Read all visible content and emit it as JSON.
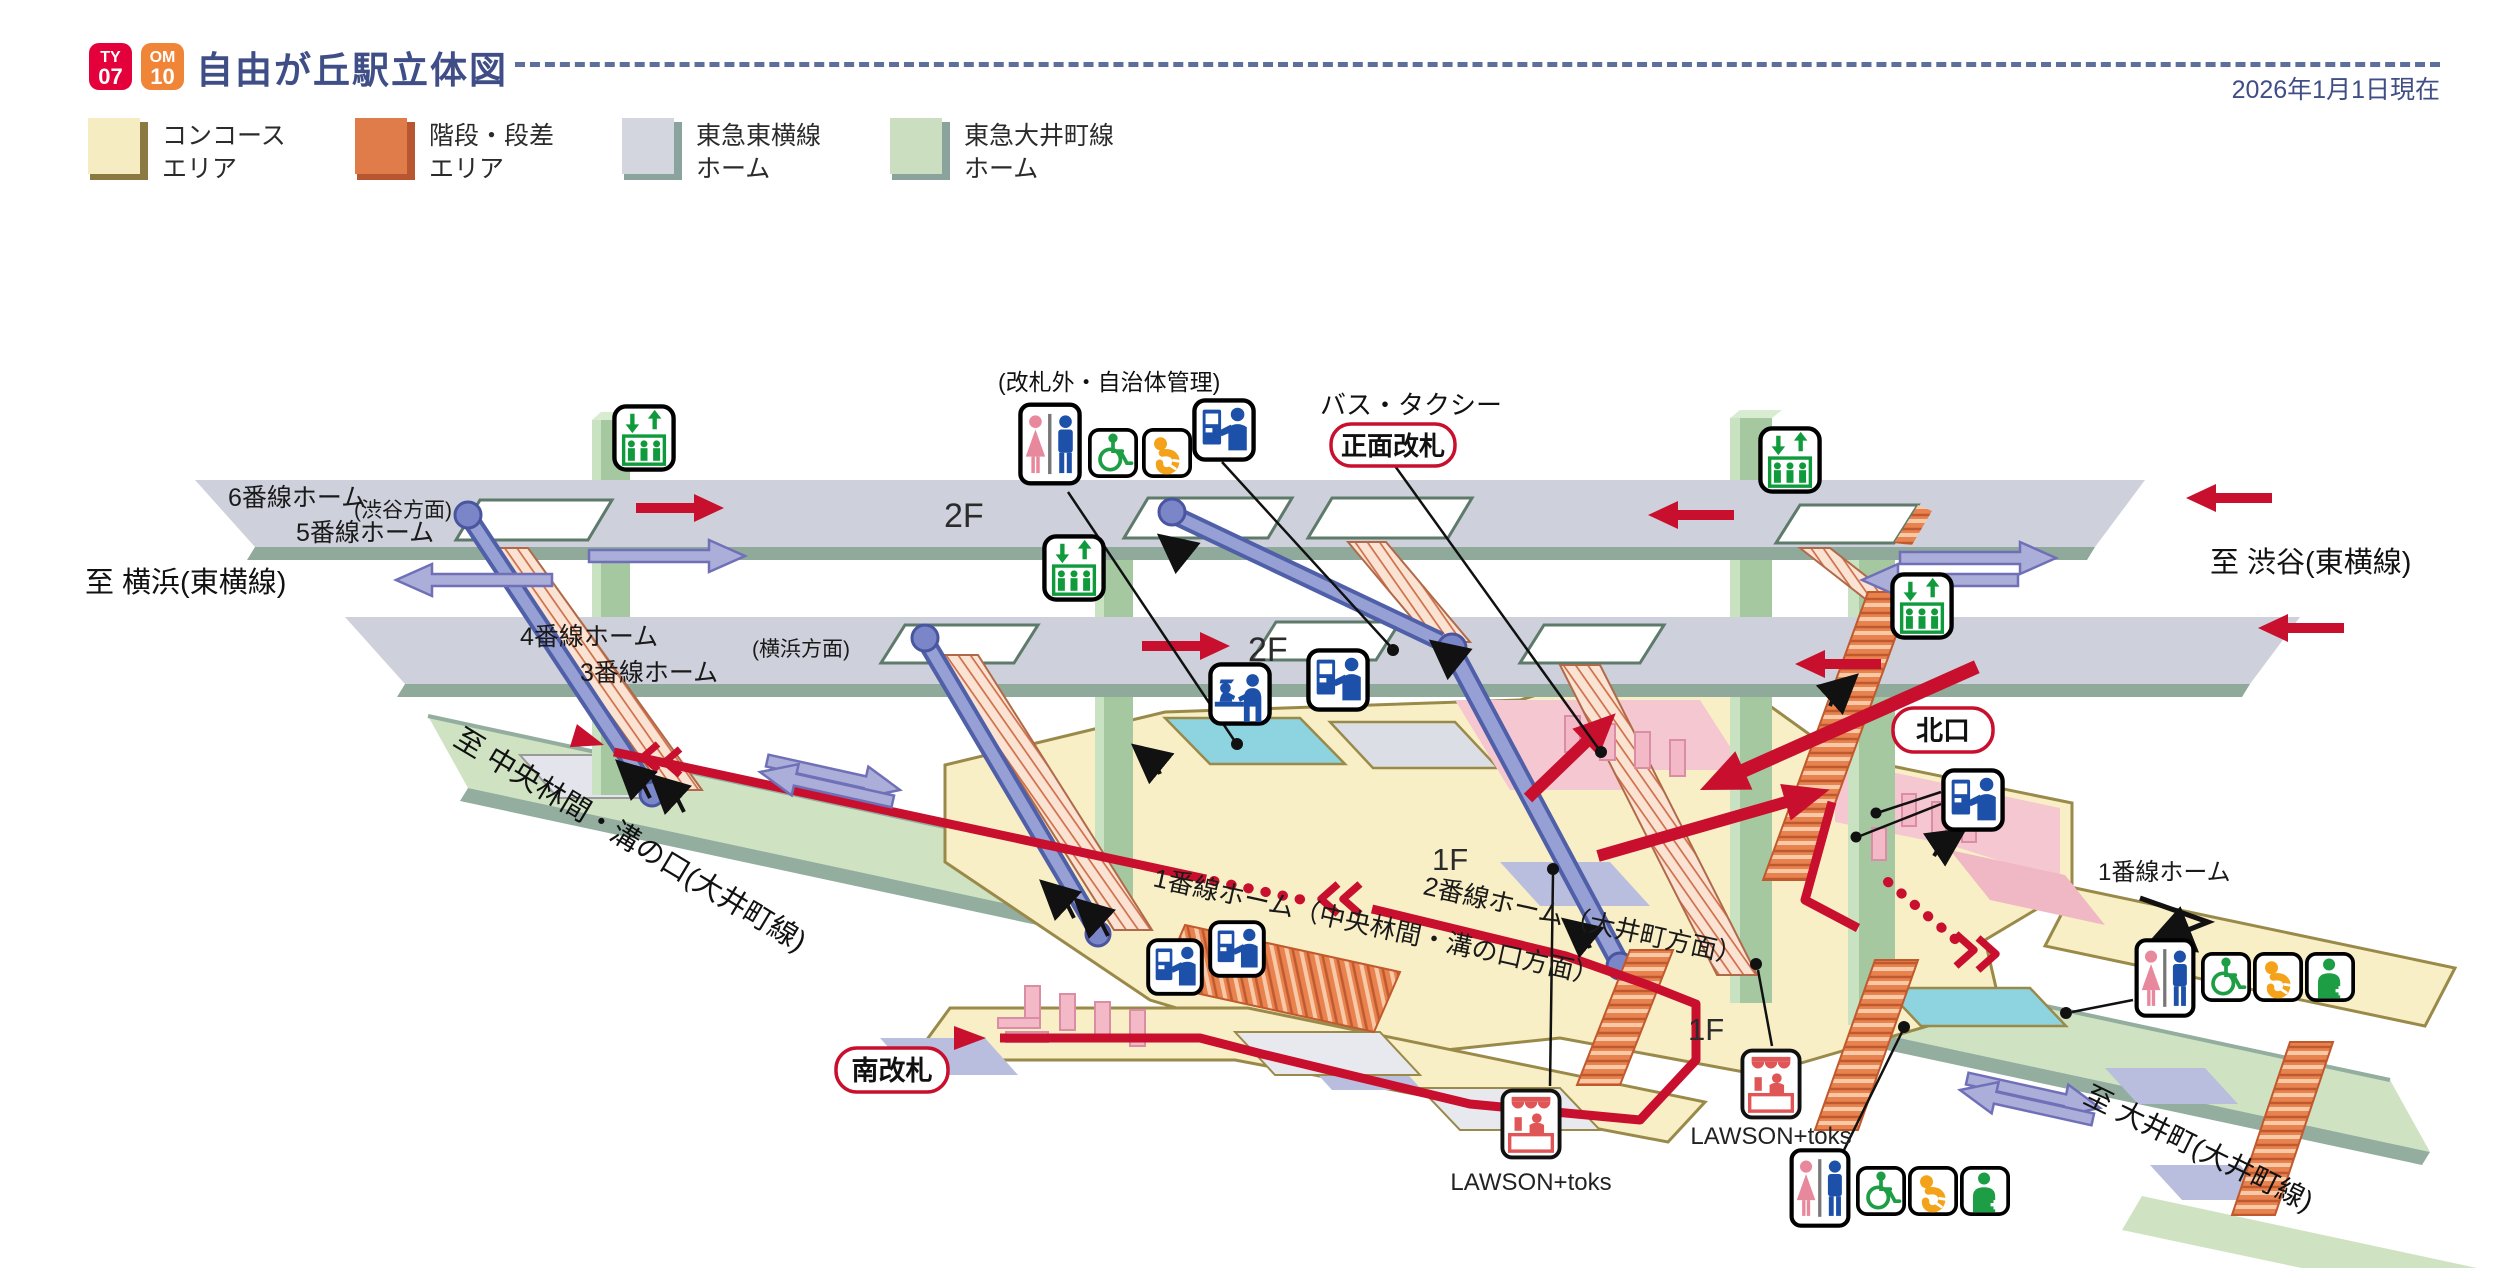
{
  "header": {
    "badges": [
      {
        "line": "TY",
        "num": "07",
        "color": "#e4003a"
      },
      {
        "line": "OM",
        "num": "10",
        "color": "#f08437"
      }
    ],
    "title": "自由が丘駅立体図",
    "date": "2026年1月1日現在"
  },
  "legend": {
    "items": [
      {
        "line1": "コンコース",
        "line2": "エリア",
        "color": "#f6ecc2",
        "edge": "#8a7a42"
      },
      {
        "line1": "階段・段差",
        "line2": "エリア",
        "color": "#e07b4a",
        "edge": "#b85632"
      },
      {
        "line1": "東急東横線",
        "line2": "ホーム",
        "color": "#d4d6df",
        "edge": "#8ba39d"
      },
      {
        "line1": "東急大井町線",
        "line2": "ホーム",
        "color": "#cbdfc0",
        "edge": "#8ba39d"
      }
    ]
  },
  "diagram": {
    "floors": {
      "f2_upper": "2F",
      "f2_lower": "2F",
      "f1_center": "1F",
      "f1_right": "1F"
    },
    "platforms": {
      "t6": "6番線ホーム",
      "t6dir": "(渋谷方面)",
      "t5": "5番線ホーム",
      "t4": "4番線ホーム",
      "t4dir": "(横浜方面)",
      "t3": "3番線ホーム",
      "t1diag": "1番線ホーム（中央林間・溝の口方面）",
      "t2diag": "2番線ホーム（大井町方面）",
      "t1right": "1番線ホーム"
    },
    "dest": {
      "yokohama": "至 横浜(東横線)",
      "shibuya": "至 渋谷(東横線)",
      "chuorinkan": "至 中央林間・溝の口(大井町線)",
      "oimachi": "至 大井町(大井町線)"
    },
    "gates": {
      "front": "正面改札",
      "north": "北口",
      "south": "南改札"
    },
    "notes": {
      "outside_gate": "(改札外・自治体管理)",
      "bus_taxi": "バス・タクシー"
    },
    "stores": {
      "lawson_right": "LAWSON+toks",
      "lawson_south": "LAWSON+toks"
    },
    "colors": {
      "concourse": "#f9efc6",
      "stairs": "#e07b4a",
      "toyoko_platform": "#ced1db",
      "oimachi_platform": "#cfe2c2",
      "route_red": "#c8102e",
      "escalator_blue": "#7b86c8"
    }
  }
}
